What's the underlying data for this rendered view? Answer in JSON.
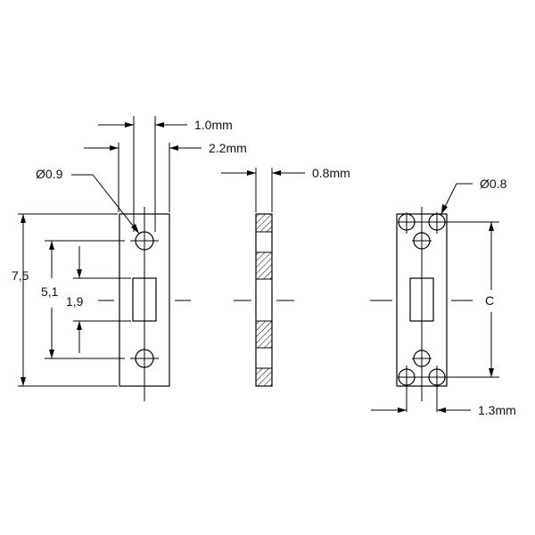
{
  "dimensions": {
    "width_inner": "1.0mm",
    "width_outer": "2.2mm",
    "hole_diameter_left": "Ø0.9",
    "thickness": "0.8mm",
    "hole_diameter_right": "Ø0.8",
    "overall_length": "7,5",
    "hole_spacing": "5,1",
    "slot_length": "1,9",
    "center_distance": "C",
    "hole_offset": "1.3mm"
  },
  "colors": {
    "line": "#000000",
    "hatch": "#000000",
    "background": "#ffffff"
  }
}
